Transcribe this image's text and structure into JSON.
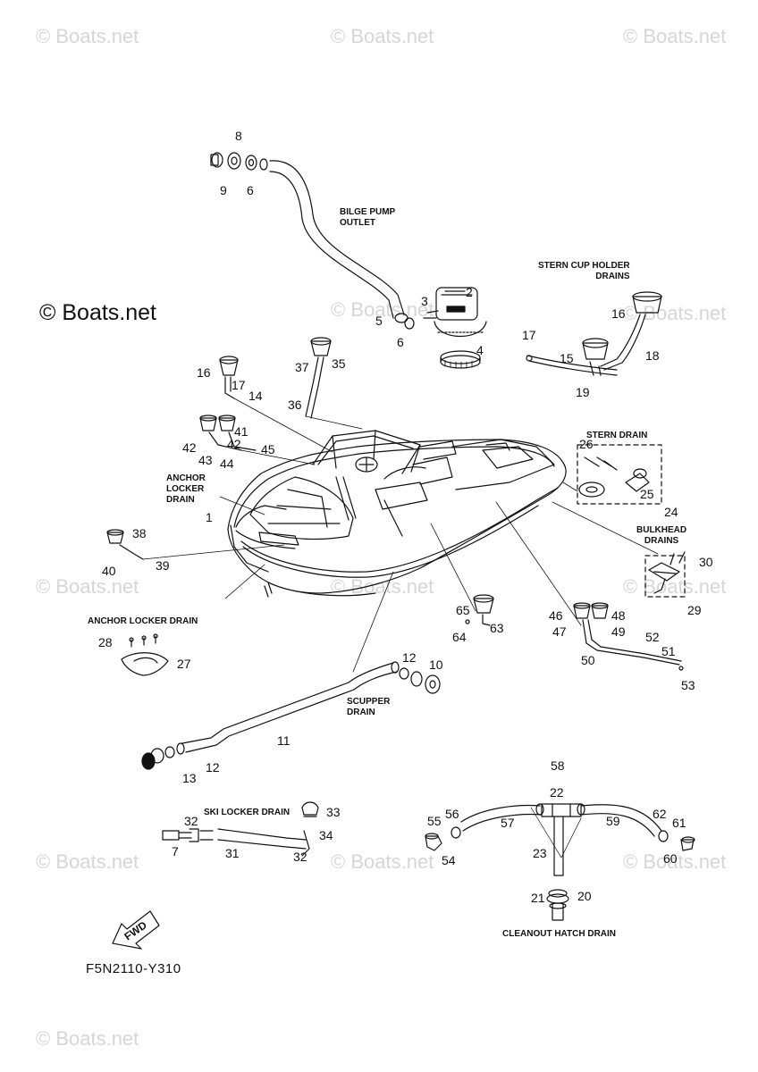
{
  "watermarks": [
    "© Boats.net",
    "© Boats.net",
    "© Boats.net",
    "© Boats.net",
    "© Boats.net",
    "© Boats.net",
    "© Boats.net",
    "© Boats.net",
    "© Boats.net",
    "© Boats.net",
    "© Boats.net",
    "© Boats.net"
  ],
  "logo": "© Boats.net",
  "diagram_code": "F5N2110-Y310",
  "fwd_label": "FWD",
  "labels": {
    "bilge_pump_outlet": "BILGE PUMP\nOUTLET",
    "stern_cup_holder": "STERN CUP HOLDER\nDRAINS",
    "stern_drain": "STERN DRAIN",
    "anchor_locker_drain_1": "ANCHOR\nLOCKER\nDRAIN",
    "bulkhead_drains": "BULKHEAD\nDRAINS",
    "anchor_locker_drain_2": "ANCHOR LOCKER DRAIN",
    "scupper_drain": "SCUPPER\nDRAIN",
    "ski_locker_drain": "SKI LOCKER DRAIN",
    "cleanout_hatch_drain": "CLEANOUT HATCH DRAIN"
  },
  "callouts": [
    "8",
    "9",
    "6",
    "2",
    "3",
    "5",
    "6",
    "4",
    "16",
    "18",
    "17",
    "15",
    "19",
    "37",
    "35",
    "16",
    "17",
    "14",
    "36",
    "41",
    "42",
    "42",
    "43",
    "44",
    "45",
    "26",
    "25",
    "24",
    "1",
    "38",
    "39",
    "40",
    "30",
    "29",
    "65",
    "63",
    "64",
    "46",
    "48",
    "47",
    "49",
    "50",
    "52",
    "51",
    "53",
    "28",
    "27",
    "12",
    "10",
    "11",
    "12",
    "13",
    "58",
    "22",
    "32",
    "33",
    "34",
    "7",
    "31",
    "32",
    "55",
    "56",
    "57",
    "59",
    "62",
    "61",
    "54",
    "23",
    "60",
    "21",
    "20"
  ]
}
